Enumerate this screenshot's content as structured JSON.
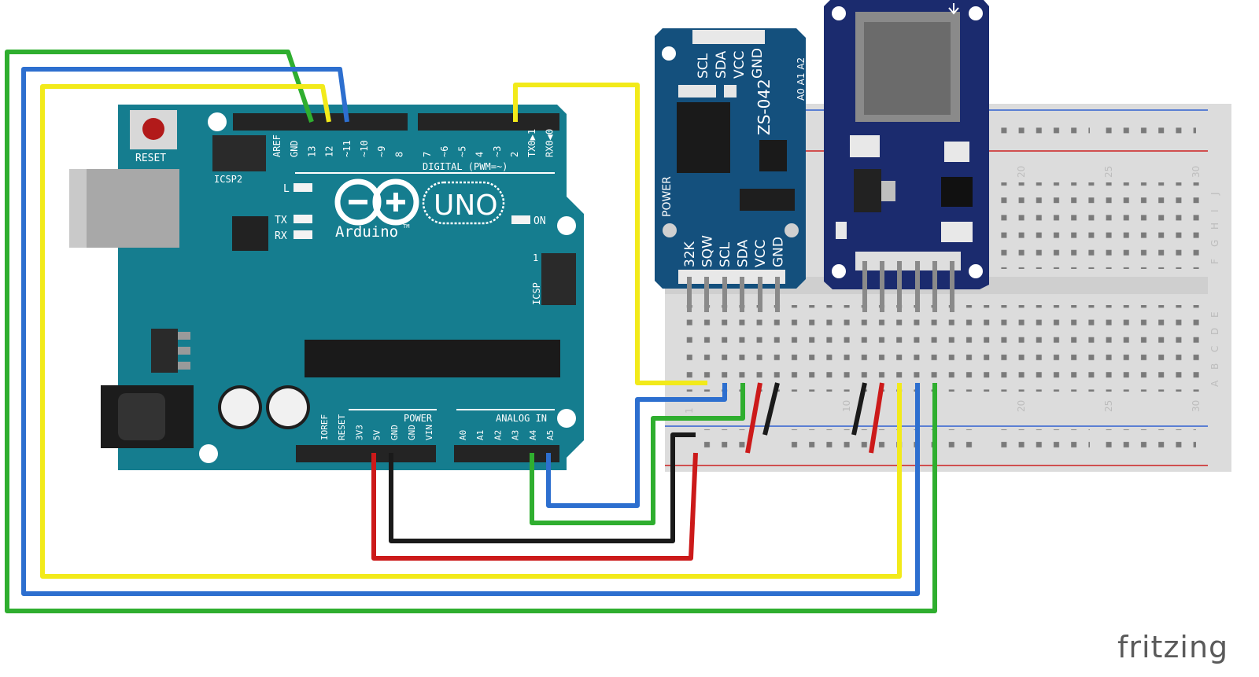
{
  "brand": "fritzing",
  "arduino": {
    "model": "UNO",
    "maker": "Arduino",
    "trademark": "TM",
    "reset": "RESET",
    "icsp2": "ICSP2",
    "icsp": "ICSP",
    "icsp_pin1": "1",
    "led_l": "L",
    "led_tx": "TX",
    "led_rx": "RX",
    "led_on": "ON",
    "digital_label": "DIGITAL (PWM=~)",
    "power_label": "POWER",
    "analog_label": "ANALOG IN",
    "top_pins_left": [
      "AREF",
      "GND",
      "13",
      "12",
      "~11",
      "~10",
      "~9",
      "8"
    ],
    "top_pins_right": [
      "7",
      "~6",
      "~5",
      "4",
      "~3",
      "2",
      "TX0▶1",
      "RX0◀0"
    ],
    "power_pins": [
      "IOREF",
      "RESET",
      "3V3",
      "5V",
      "GND",
      "GND",
      "VIN"
    ],
    "analog_pins": [
      "A0",
      "A1",
      "A2",
      "A3",
      "A4",
      "A5"
    ]
  },
  "rtc_module": {
    "model": "ZS-042",
    "power_label": "POWER",
    "top_pins": [
      "SCL",
      "SDA",
      "VCC",
      "GND"
    ],
    "address_pins": "A0 A1 A2",
    "bottom_pins": [
      "32K",
      "SQW",
      "SCL",
      "SDA",
      "VCC",
      "GND"
    ]
  },
  "breadboard": {
    "column_numbers": [
      "1",
      "10",
      "20",
      "25",
      "30"
    ],
    "row_letters_top": [
      "J",
      "I",
      "H",
      "G",
      "F"
    ],
    "row_letters_bottom": [
      "E",
      "D",
      "C",
      "B",
      "A"
    ]
  },
  "colors": {
    "arduino_board": "#157d8f",
    "rtc_board": "#14507d",
    "sd_board": "#1b2b6e",
    "wire_green": "#2fae2f",
    "wire_blue": "#2d6fcf",
    "wire_yellow": "#f2ea1a",
    "wire_red": "#cc1a1a",
    "wire_black": "#1a1a1a"
  }
}
